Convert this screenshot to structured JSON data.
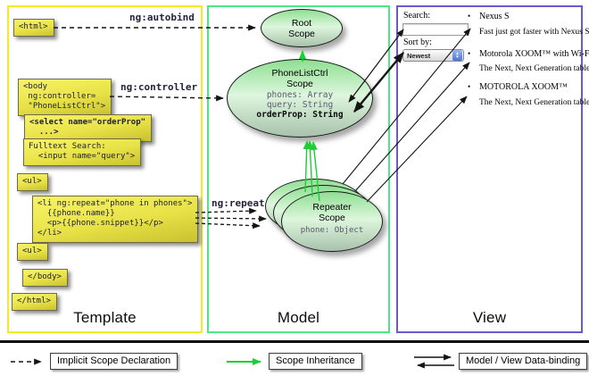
{
  "columns": {
    "template": {
      "label": "Template",
      "border_color": "#f2ec28"
    },
    "model": {
      "label": "Model",
      "border_color": "#4ce887"
    },
    "view": {
      "label": "View",
      "border_color": "#6a5acd"
    }
  },
  "template": {
    "boxes": {
      "html_open": "<html>",
      "body_open": "<body\n ng:controller=\n \"PhoneListCtrl\">",
      "select": "<select name=\"orderProp\"\n  ...>",
      "fulltext": "Fulltext Search:\n  <input name=\"query\">",
      "ul_open": "<ul>",
      "li_repeat": "<li ng:repeat=\"phone in phones\">\n  {{phone.name}}\n  <p>{{phone.snippet}}</p>\n</li>",
      "ul_close": "<ul>",
      "body_close": "</body>",
      "html_close": "</html>"
    },
    "labels": {
      "autobind": "ng:autobind",
      "controller": "ng:controller",
      "repeat": "ng:repeat"
    }
  },
  "model": {
    "root_scope": {
      "title": "Root\nScope"
    },
    "phonelist_scope": {
      "title": "PhoneListCtrl\nScope",
      "props": [
        "phones: Array",
        "query: String"
      ],
      "bold_prop": "orderProp: String"
    },
    "repeater_scope": {
      "title": "Repeater\nScope",
      "prop": "phone: Object"
    }
  },
  "view": {
    "search_label": "Search:",
    "search_value": "",
    "sort_label": "Sort by:",
    "sort_value": "Newest",
    "bullet": "•",
    "items": [
      {
        "title": "Nexus S",
        "desc": "Fast just got faster with Nexus S."
      },
      {
        "title": "Motorola XOOM™  with Wi-Fi",
        "desc": "The Next, Next Generation tablet."
      },
      {
        "title": "MOTOROLA XOOM™",
        "desc": "The Next, Next Generation tablet."
      }
    ]
  },
  "legend": {
    "implicit": "Implicit Scope Declaration",
    "inheritance": "Scope Inheritance",
    "databinding": "Model / View Data-binding"
  },
  "colors": {
    "arrow_black": "#141414",
    "arrow_green": "#1bd035"
  }
}
